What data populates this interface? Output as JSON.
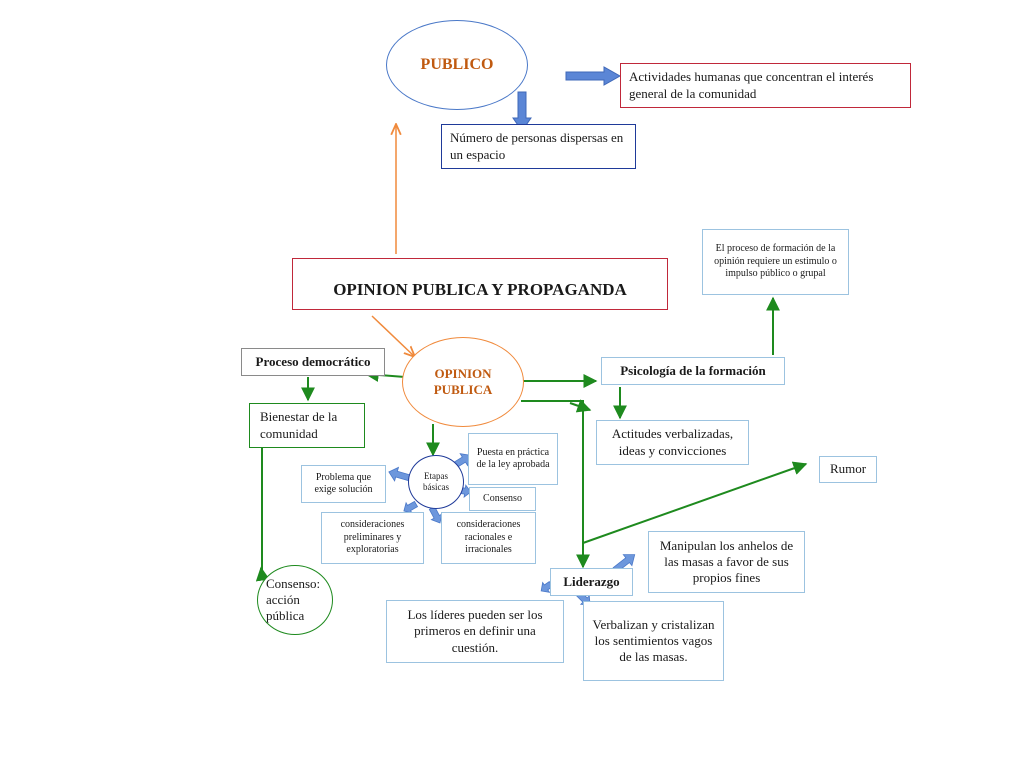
{
  "nodes": {
    "publico": "PUBLICO",
    "actividades": "Actividades humanas que concentran el interés general de la comunidad",
    "numero_personas": "Número de personas dispersas en un espacio",
    "titulo": "OPINION PUBLICA Y PROPAGANDA",
    "proceso_formacion": "El proceso de formación de la opinión requiere un estimulo o impulso público o grupal",
    "proceso_democratico": "Proceso democrático",
    "opinion_publica": "OPINION PUBLICA",
    "psicologia": "Psicología de la formación",
    "bienestar": "Bienestar de la comunidad",
    "actitudes": "Actitudes verbalizadas, ideas y convicciones",
    "puesta_en_practica": "Puesta en práctica de la ley aprobada",
    "etapas": "Etapas básicas",
    "problema": "Problema que exige solución",
    "consenso_small": "Consenso",
    "rumor": "Rumor",
    "consideraciones_preliminares": "consideraciones preliminares y exploratorias",
    "consideraciones_racionales": "consideraciones racionales e irracionales",
    "manipulan": "Manipulan los anhelos de las masas a favor de sus propios fines",
    "consenso_accion": "Consenso: acción pública",
    "liderazgo": "Liderazgo",
    "lideres": "Los líderes pueden ser los primeros en definir una cuestión.",
    "verbalizan": "Verbalizan y cristalizan los sentimientos vagos de las masas."
  },
  "colors": {
    "blue_border": "#4a78c8",
    "red_border": "#c0283a",
    "navy_border": "#1f3a99",
    "green": "#1e8a1e",
    "orange": "#f08a3c",
    "light_blue_border": "#9cc3e0",
    "gray_border": "#8a8a8a",
    "title_orange": "#c05a10"
  }
}
